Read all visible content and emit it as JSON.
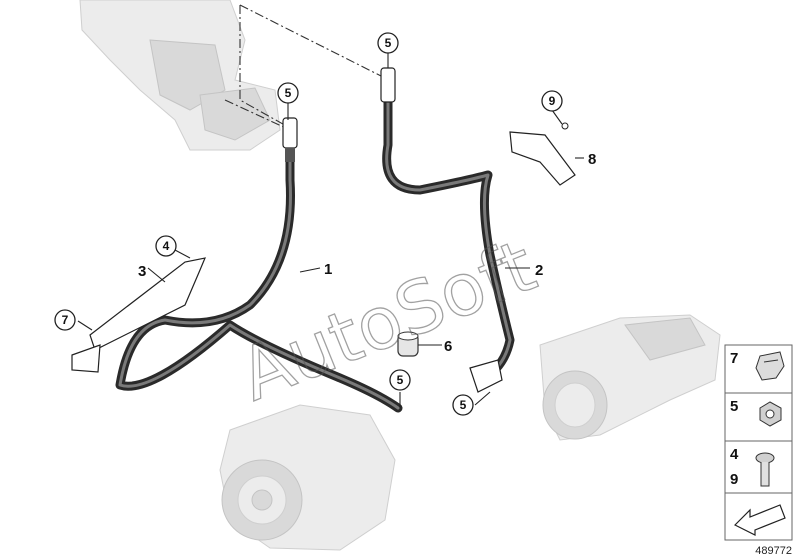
{
  "callouts": {
    "p1": "1",
    "p2": "2",
    "p3": "3",
    "p4": "4",
    "p5_top_left": "5",
    "p5_top_right": "5",
    "p5_alternator": "5",
    "p5_starter": "5",
    "p6": "6",
    "p7": "7",
    "p8": "8",
    "p9": "9"
  },
  "watermark": {
    "text_line_1": "AutoSoft"
  },
  "legend": {
    "row1_num": "7",
    "row2_num": "5",
    "row3_num_a": "4",
    "row3_num_b": "9"
  },
  "document_number": "489772",
  "colors": {
    "cable": "#2a2a2a",
    "ghost_parts": "#ececec",
    "line_art": "#222222"
  }
}
